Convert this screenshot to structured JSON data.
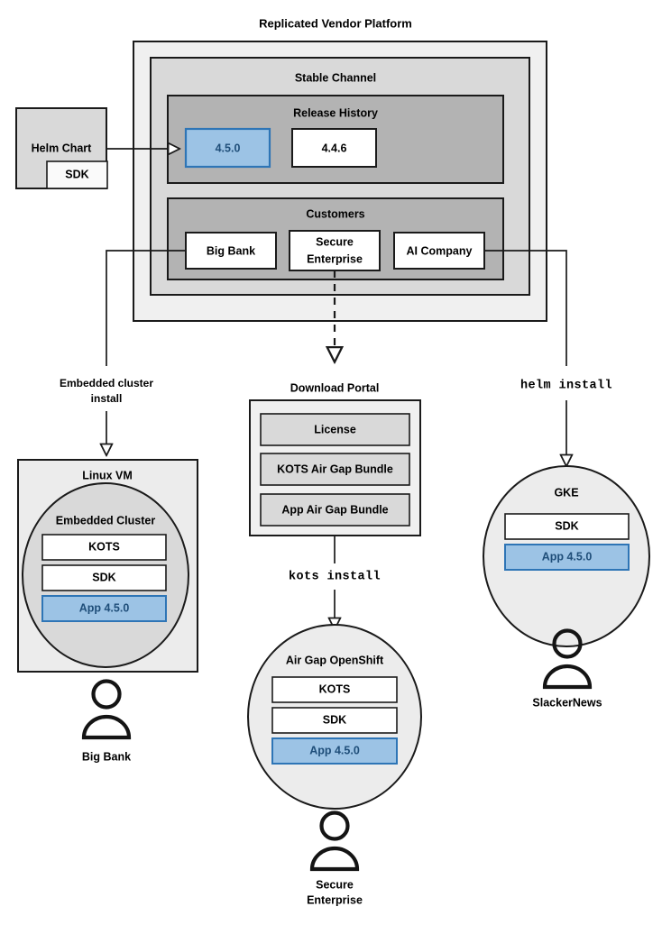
{
  "diagram": {
    "title": "Replicated Vendor Platform",
    "colors": {
      "platform_bg": "#f0f0f0",
      "channel_bg": "#d9d9d9",
      "section_bg": "#b3b3b3",
      "box_light": "#d9d9d9",
      "box_white": "#ffffff",
      "accent_blue_fill": "#9cc3e5",
      "accent_blue_border": "#2e75b6",
      "accent_blue_text": "#1f4e79",
      "stroke": "#1a1a1a",
      "vm_bg": "#ececec",
      "cluster_bg": "#d9d9d9",
      "ellipse_bg": "#ececec"
    },
    "platform": {
      "label": "Replicated Vendor Platform",
      "channel": {
        "label": "Stable Channel",
        "release_history": {
          "label": "Release History",
          "releases": [
            {
              "version": "4.5.0",
              "highlighted": true
            },
            {
              "version": "4.4.6",
              "highlighted": false
            }
          ]
        },
        "customers": {
          "label": "Customers",
          "items": [
            {
              "name": "Big Bank"
            },
            {
              "name": "Secure\nEnterprise",
              "line1": "Secure",
              "line2": "Enterprise"
            },
            {
              "name": "AI Company"
            }
          ]
        }
      }
    },
    "helm_chart": {
      "label": "Helm Chart",
      "sdk_label": "SDK"
    },
    "download_portal": {
      "label": "Download Portal",
      "artifacts": [
        {
          "label": "License"
        },
        {
          "label": "KOTS Air Gap Bundle"
        },
        {
          "label": "App Air Gap Bundle"
        }
      ]
    },
    "connectors": [
      {
        "id": "embedded-cluster-install",
        "line1": "Embedded cluster",
        "line2": "install",
        "style": "plain"
      },
      {
        "id": "kots-install",
        "label": "kots install",
        "style": "mono"
      },
      {
        "id": "helm-install",
        "label": "helm install",
        "style": "mono"
      }
    ],
    "targets": [
      {
        "id": "linux-vm",
        "shape": "rectangle",
        "label": "Linux VM",
        "inner_label": "Embedded Cluster",
        "components": [
          {
            "label": "KOTS",
            "highlighted": false
          },
          {
            "label": "SDK",
            "highlighted": false
          },
          {
            "label": "App 4.5.0",
            "highlighted": true
          }
        ],
        "actor": "Big Bank"
      },
      {
        "id": "air-gap-openshift",
        "shape": "ellipse",
        "label": "Air Gap OpenShift",
        "components": [
          {
            "label": "KOTS",
            "highlighted": false
          },
          {
            "label": "SDK",
            "highlighted": false
          },
          {
            "label": "App 4.5.0",
            "highlighted": true
          }
        ],
        "actor_line1": "Secure",
        "actor_line2": "Enterprise"
      },
      {
        "id": "gke",
        "shape": "ellipse",
        "label": "GKE",
        "components": [
          {
            "label": "SDK",
            "highlighted": false
          },
          {
            "label": "App 4.5.0",
            "highlighted": true
          }
        ],
        "actor": "SlackerNews"
      }
    ]
  }
}
